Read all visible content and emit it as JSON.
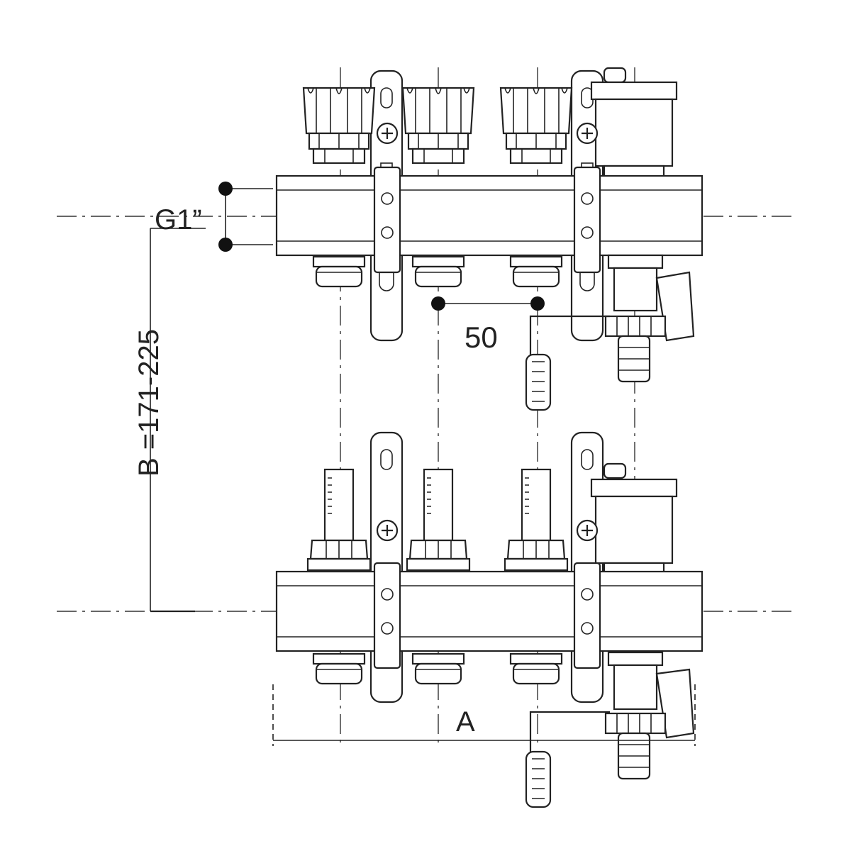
{
  "labels": {
    "connection_size": "G1”",
    "outlet_spacing": "50",
    "width_dimension": "A",
    "height_dimension": "B =171-225"
  },
  "colors": {
    "line": "#222222",
    "background": "#ffffff"
  }
}
